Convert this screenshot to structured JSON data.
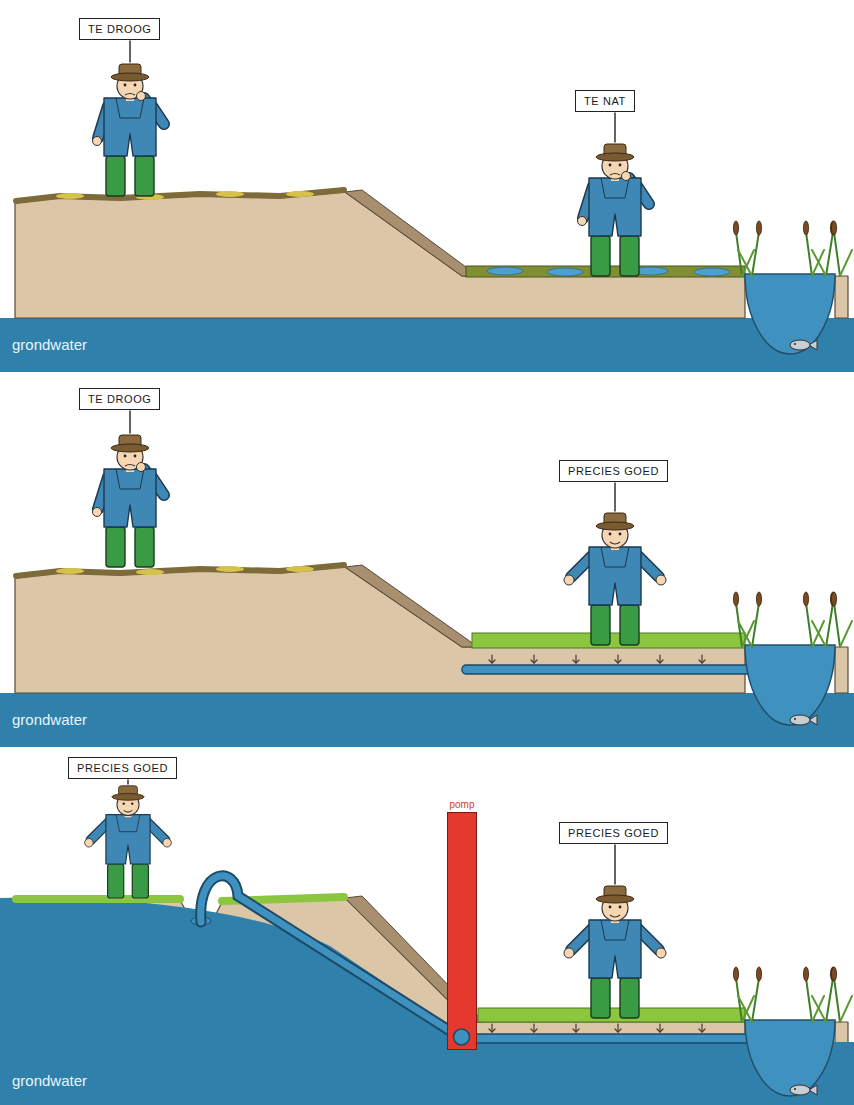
{
  "diagram": {
    "nodes": [
      {
        "text": [
          "TE DROOG"
        ]
      },
      {
        "text": [
          "TE NAT"
        ]
      },
      {
        "text": [
          "TE DROOG"
        ]
      },
      {
        "text": [
          "PRECIES GOED"
        ]
      },
      {
        "text": [
          "PRECIES GOED"
        ]
      },
      {
        "text": [
          "pomp"
        ]
      },
      {
        "text": [
          "PRECIES GOED"
        ]
      }
    ],
    "labels": [
      "grondwater",
      "grondwater",
      "grondwater"
    ]
  }
}
